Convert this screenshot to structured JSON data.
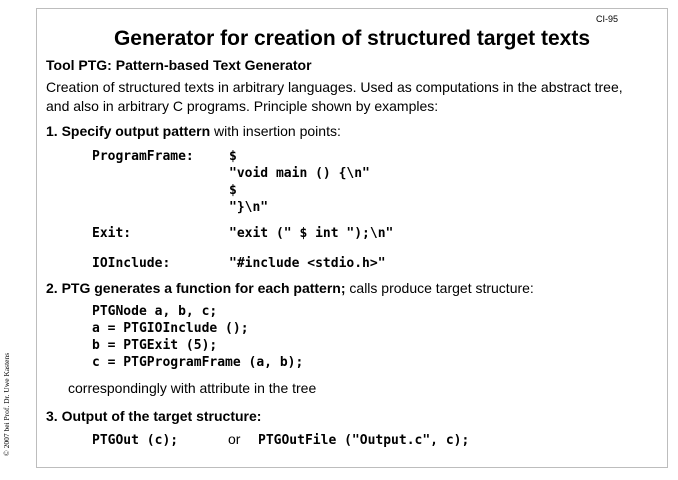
{
  "slide_id": "CI-95",
  "title": "Generator for creation of structured target texts",
  "subtitle": "Tool PTG: Pattern-based Text Generator",
  "intro_line1": "Creation of structured texts in arbitrary languages. Used as computations in the abstract tree,",
  "intro_line2": "and also in arbitrary C programs. Principle shown by examples:",
  "step1": {
    "bold": "1. Specify output pattern",
    "rest": " with insertion points:"
  },
  "patterns": {
    "programframe_name": "ProgramFrame:",
    "programframe_lines": [
      "$",
      "\"void main () {\\n\"",
      "$",
      "\"}\\n\""
    ],
    "exit_name": "Exit:",
    "exit_value": "\"exit (\" $ int \");\\n\"",
    "ioinclude_name": "IOInclude:",
    "ioinclude_value": "\"#include <stdio.h>\""
  },
  "step2": {
    "bold": "2. PTG generates a function for each pattern;",
    "rest": " calls produce target structure:"
  },
  "calls": [
    "PTGNode a, b, c;",
    "a = PTGIOInclude ();",
    "b = PTGExit (5);",
    "c = PTGProgramFrame (a, b);"
  ],
  "note": "correspondingly with attribute in the tree",
  "step3": {
    "bold": "3. Output of the target structure:"
  },
  "output": {
    "call1": "PTGOut (c);",
    "or": "or",
    "call2": "PTGOutFile (\"Output.c\", c);"
  },
  "copyright": "© 2007 bei Prof. Dr. Uwe Kastens"
}
